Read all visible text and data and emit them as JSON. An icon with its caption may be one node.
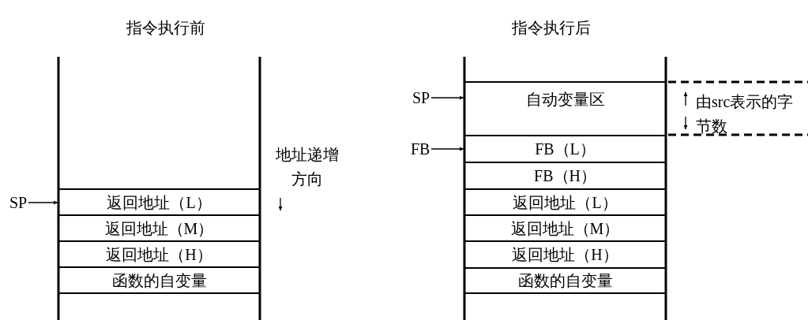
{
  "diagram": {
    "nodes": [
      {
        "text": [
          "SP"
        ]
      },
      {
        "text": [
          "返回地址（L）"
        ]
      },
      {
        "text": [
          "返回地址（M）"
        ]
      },
      {
        "text": [
          "返回地址（H）"
        ]
      },
      {
        "text": [
          "函数的自变量"
        ]
      },
      {
        "text": [
          "SP"
        ]
      },
      {
        "text": [
          "自动变量区"
        ]
      },
      {
        "text": [
          "FB"
        ]
      },
      {
        "text": [
          "FB（L）"
        ]
      },
      {
        "text": [
          "FB（H）"
        ]
      },
      {
        "text": [
          "返回地址（L）"
        ]
      },
      {
        "text": [
          "返回地址（M）"
        ]
      },
      {
        "text": [
          "返回地址（H）"
        ]
      },
      {
        "text": [
          "函数的自变量"
        ]
      }
    ],
    "edges": [
      {
        "from": 0,
        "to": 1,
        "arrow": "to"
      },
      {
        "from": 5,
        "to": 6,
        "arrow": "to"
      },
      {
        "from": 7,
        "to": 8,
        "arrow": "to"
      }
    ],
    "labels": [
      "指令执行前",
      "指令执行后",
      "地址递增方向",
      "由src表示的字节数"
    ]
  }
}
